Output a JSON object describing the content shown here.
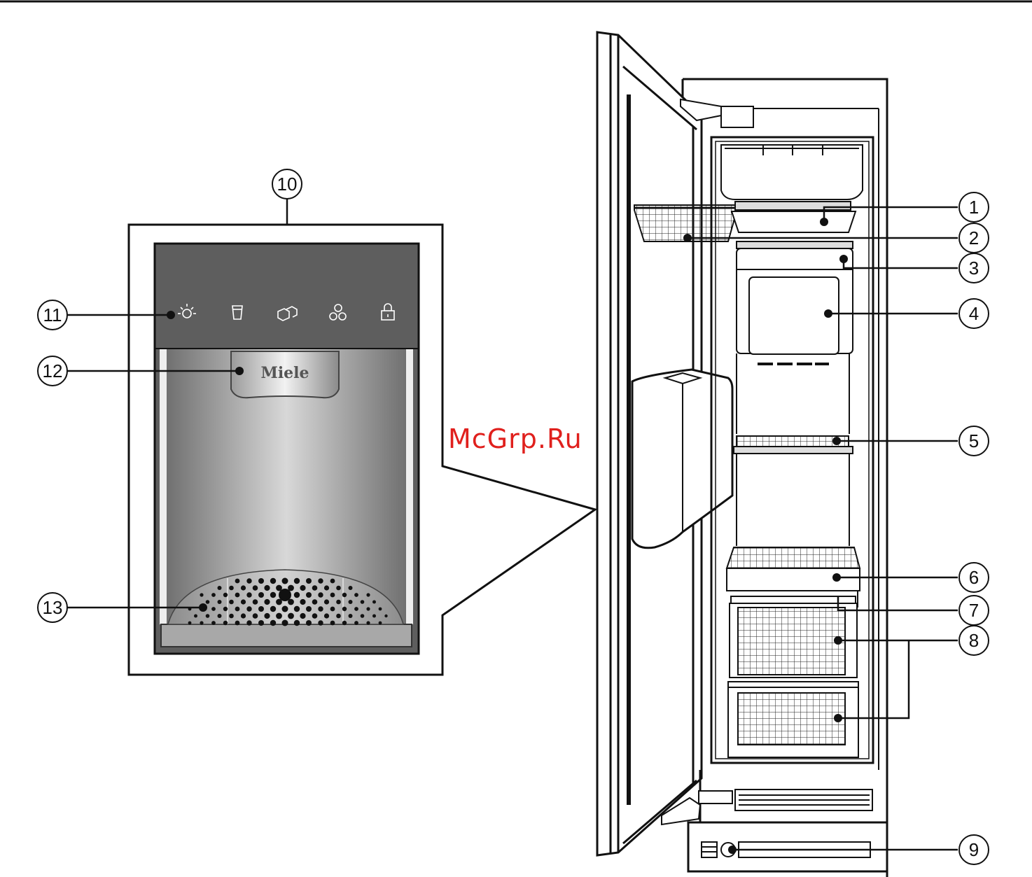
{
  "watermark": "McGrp.Ru",
  "brand": "Miele",
  "callouts": [
    "1",
    "2",
    "3",
    "4",
    "5",
    "6",
    "7",
    "8",
    "9",
    "10",
    "11",
    "12",
    "13"
  ],
  "dispenser_icons": [
    "light-icon",
    "water-glass-icon",
    "ice-cubes-icon",
    "crushed-ice-icon",
    "lock-icon"
  ],
  "colors": {
    "panel": "#5e5e5e",
    "outline": "#111111",
    "watermark": "#e0201d"
  }
}
